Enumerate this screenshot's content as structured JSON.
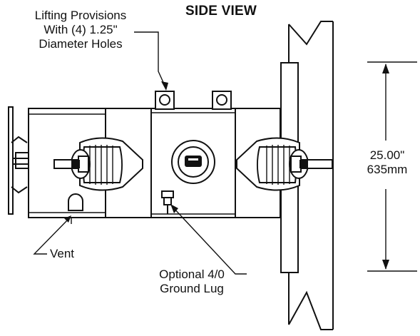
{
  "title": "SIDE VIEW",
  "callouts": {
    "lifting": [
      "Lifting Provisions",
      "With (4) 1.25\"",
      "Diameter Holes"
    ],
    "vent": "Vent",
    "ground_lug": [
      "Optional 4/0",
      "Ground Lug"
    ]
  },
  "dimension": {
    "imperial": "25.00\"",
    "metric": "635mm"
  },
  "colors": {
    "line": "#111111",
    "background": "#ffffff"
  }
}
